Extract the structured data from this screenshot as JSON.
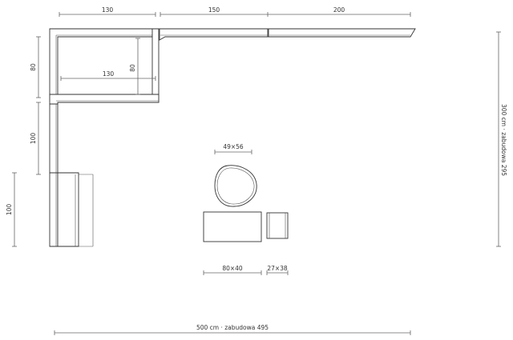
{
  "colors": {
    "line": "#333333",
    "dim": "#666666",
    "background": "#ffffff"
  },
  "dimensions": {
    "top_left": "130",
    "top_middle": "150",
    "top_right": "200",
    "left_upper": "80",
    "left_middle": "100",
    "left_lower": "100",
    "inner_width": "130",
    "inner_depth": "80",
    "right_total": "300 cm · zabudowa 295",
    "bottom_total": "500 cm · zabudowa 495",
    "pouf": "49×56",
    "table": "80×40",
    "side_table": "27×38"
  }
}
